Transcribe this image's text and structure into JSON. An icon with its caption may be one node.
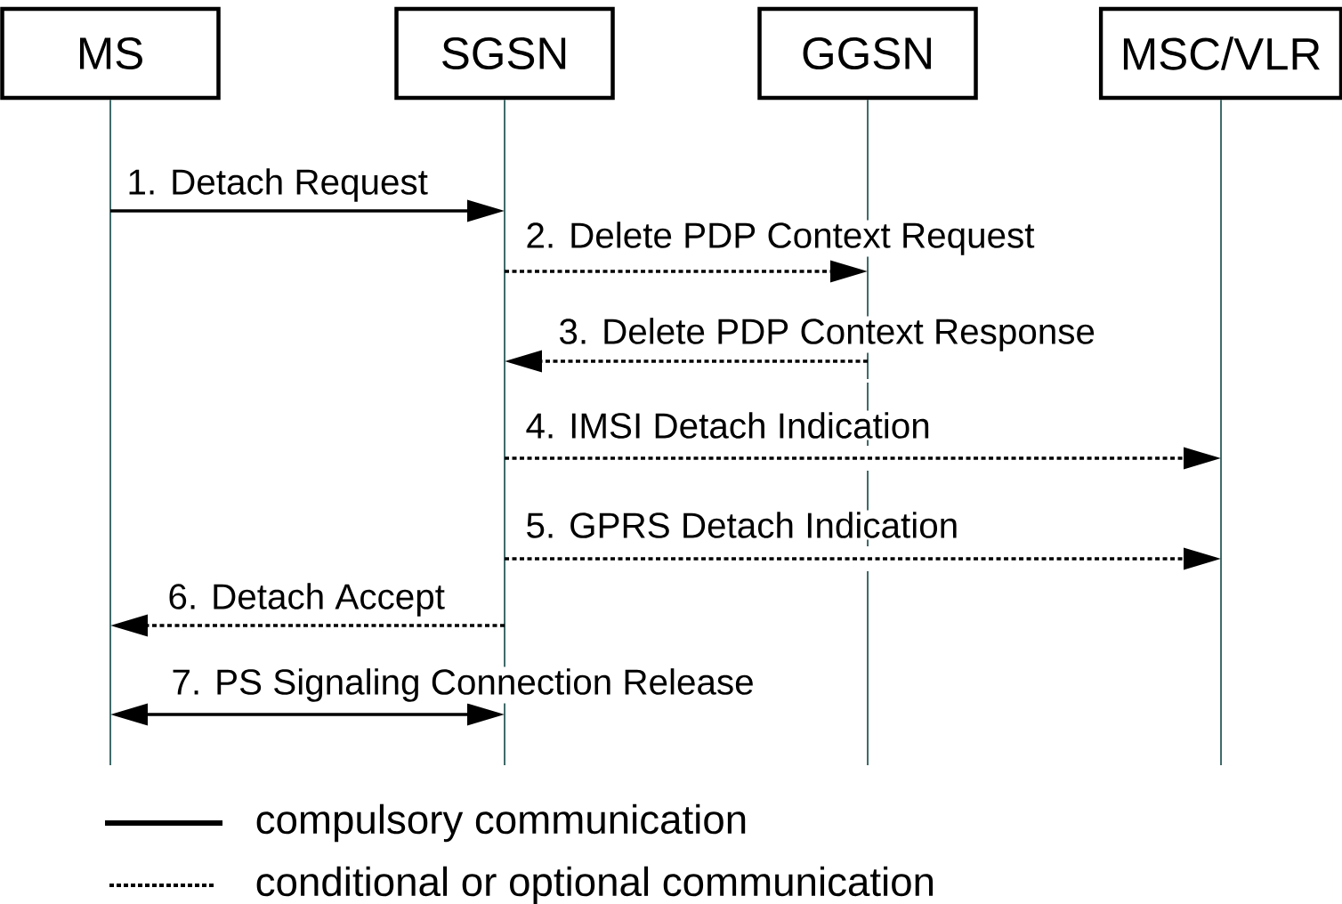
{
  "diagram": {
    "nodes": [
      {
        "text": [
          "MS"
        ]
      },
      {
        "text": [
          "SGSN"
        ]
      },
      {
        "text": [
          "GGSN"
        ]
      },
      {
        "text": [
          "MSC/VLR"
        ]
      }
    ],
    "edges": [
      {
        "from": 0,
        "to": 1,
        "arrow": "to",
        "label": "1. Detach Request"
      },
      {
        "from": 1,
        "to": 2,
        "arrow": "to",
        "label": "2. Delete PDP Context Request",
        "style": "dashed"
      },
      {
        "from": 2,
        "to": 1,
        "arrow": "to",
        "label": "3. Delete PDP Context Response",
        "style": "dashed"
      },
      {
        "from": 1,
        "to": 3,
        "arrow": "to",
        "label": "4. IMSI Detach Indication",
        "style": "dashed"
      },
      {
        "from": 1,
        "to": 3,
        "arrow": "to",
        "label": "5. GPRS Detach Indication",
        "style": "dashed"
      },
      {
        "from": 1,
        "to": 0,
        "arrow": "to",
        "label": "6. Detach Accept",
        "style": "dashed"
      },
      {
        "from": 0,
        "to": 1,
        "arrow": "both",
        "label": "7. PS Signaling Connection Release"
      }
    ],
    "legend": [
      {
        "text": "compulsory communication"
      },
      {
        "text": "conditional or optional communication"
      }
    ]
  }
}
